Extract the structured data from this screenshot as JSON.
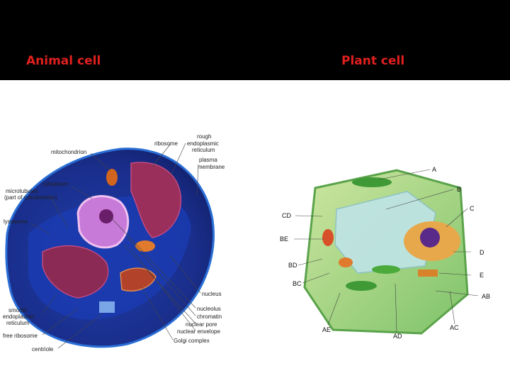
{
  "slide": {
    "background": "#ffffff",
    "header_color": "#000000",
    "title_color": "#e0201e",
    "left_title": "Animal cell",
    "right_title": "Plant cell"
  },
  "animal_cell": {
    "labels": {
      "mitochondrion": "mitochondrion",
      "ribosome": "ribosome",
      "rough_er_1": "rough",
      "rough_er_2": "endoplasmic",
      "rough_er_3": "reticulum",
      "plasma_1": "plasma",
      "plasma_2": "membrane",
      "cytoplasm": "cytoplasm",
      "microtubules_1": "microtubules",
      "microtubules_2": "(part of cytoskeleton)",
      "lysosome": "lysosome",
      "nucleus": "nucleus",
      "nucleolus": "nucleolus",
      "chromatin": "chromatin",
      "nuclear_pore": "nuclear pore",
      "nuclear_envelope": "nuclear envelope",
      "golgi": "Golgi complex",
      "smooth_er_1": "smooth",
      "smooth_er_2": "endoplasmic",
      "smooth_er_3": "reticulum",
      "free_ribosome": "free ribosome",
      "centriole": "centriole"
    }
  },
  "plant_cell": {
    "labels": {
      "a": "A",
      "b": "B",
      "c": "C",
      "cd": "CD",
      "be": "BE",
      "d": "D",
      "bd": "BD",
      "e": "E",
      "bc": "BC",
      "ab": "AB",
      "ae": "AE",
      "ac": "AC",
      "ad": "AD"
    }
  }
}
